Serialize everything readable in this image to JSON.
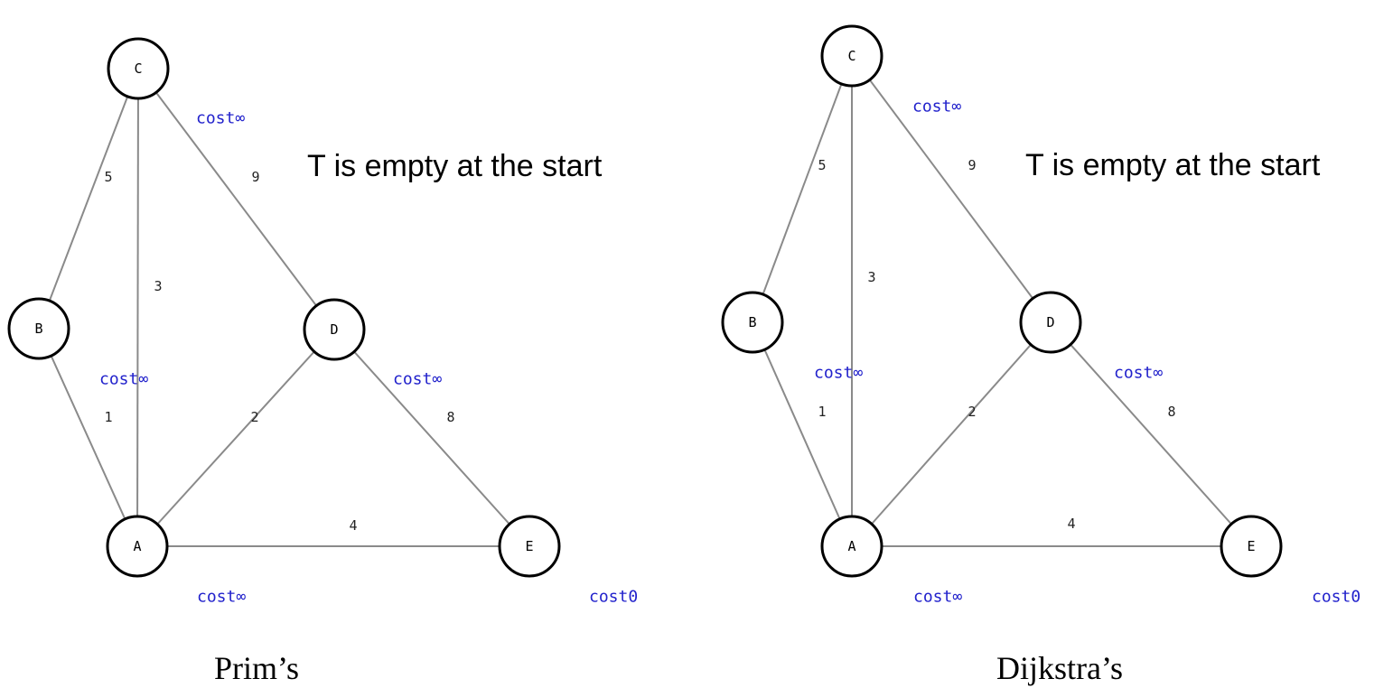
{
  "panels": [
    {
      "caption": "Prim’s",
      "note": "T is empty at the start",
      "nodes": [
        {
          "id": "C",
          "label": "C"
        },
        {
          "id": "B",
          "label": "B"
        },
        {
          "id": "D",
          "label": "D"
        },
        {
          "id": "A",
          "label": "A"
        },
        {
          "id": "E",
          "label": "E"
        }
      ],
      "edges": [
        {
          "from": "B",
          "to": "C",
          "weight": "5"
        },
        {
          "from": "C",
          "to": "A",
          "weight": "3"
        },
        {
          "from": "C",
          "to": "D",
          "weight": "9"
        },
        {
          "from": "B",
          "to": "A",
          "weight": "1"
        },
        {
          "from": "A",
          "to": "D",
          "weight": "2"
        },
        {
          "from": "D",
          "to": "E",
          "weight": "8"
        },
        {
          "from": "A",
          "to": "E",
          "weight": "4"
        }
      ],
      "costs": {
        "C": "cost∞",
        "B": "cost∞",
        "D": "cost∞",
        "A": "cost∞",
        "E": "cost0"
      }
    },
    {
      "caption": "Dijkstra’s",
      "note": "T is empty at the start",
      "nodes": [
        {
          "id": "C",
          "label": "C"
        },
        {
          "id": "B",
          "label": "B"
        },
        {
          "id": "D",
          "label": "D"
        },
        {
          "id": "A",
          "label": "A"
        },
        {
          "id": "E",
          "label": "E"
        }
      ],
      "edges": [
        {
          "from": "B",
          "to": "C",
          "weight": "5"
        },
        {
          "from": "C",
          "to": "A",
          "weight": "3"
        },
        {
          "from": "C",
          "to": "D",
          "weight": "9"
        },
        {
          "from": "B",
          "to": "A",
          "weight": "1"
        },
        {
          "from": "A",
          "to": "D",
          "weight": "2"
        },
        {
          "from": "D",
          "to": "E",
          "weight": "8"
        },
        {
          "from": "A",
          "to": "E",
          "weight": "4"
        }
      ],
      "costs": {
        "C": "cost∞",
        "B": "cost∞",
        "D": "cost∞",
        "A": "cost∞",
        "E": "cost0"
      }
    }
  ],
  "colors": {
    "cost_text": "#2222cc",
    "edge": "#8a8a8a",
    "node_border": "#000000"
  }
}
